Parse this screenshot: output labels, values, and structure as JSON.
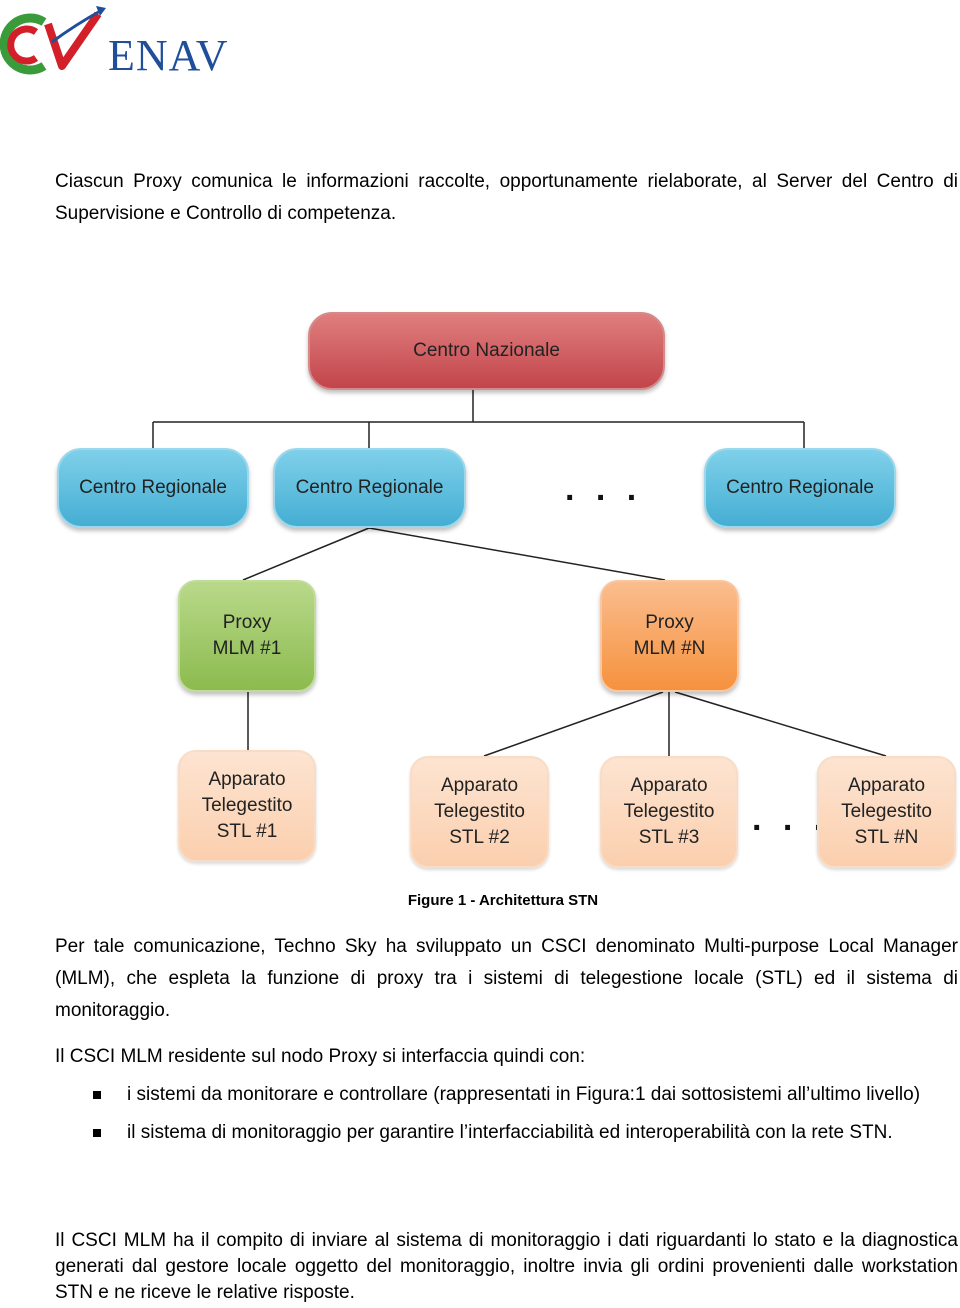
{
  "logo": {
    "text": "ENAV",
    "colors": {
      "green": "#3a9b3a",
      "red": "#d21f2a",
      "blue": "#1f4e9a"
    }
  },
  "intro": "Ciascun Proxy comunica le informazioni raccolte, opportunamente rielaborate, al Server del Centro di Supervisione e Controllo di competenza.",
  "diagram": {
    "national": "Centro Nazionale",
    "regionals": [
      "Centro Regionale",
      "Centro Regionale",
      "Centro Regionale"
    ],
    "regional_ellipsis": ". . .",
    "proxies": [
      "Proxy\nMLM #1",
      "Proxy\nMLM  #N"
    ],
    "devices": [
      "Apparato\nTelegestito\nSTL #1",
      "Apparato\nTelegestito\nSTL #2",
      "Apparato\nTelegestito\nSTL #3",
      "Apparato\nTelegestito\nSTL #N"
    ],
    "device_ellipsis": ". . .",
    "colors": {
      "national": "#c94a50",
      "regional": "#4fb3d8",
      "proxy1": "#8fbe53",
      "proxyN": "#f5953f",
      "device": "#fcd5b7"
    }
  },
  "caption": "Figure 1 - Architettura STN",
  "para2": "Per tale comunicazione, Techno Sky ha sviluppato un CSCI denominato Multi-purpose Local Manager (MLM), che espleta la funzione di proxy tra i sistemi di telegestione locale (STL) ed il sistema di monitoraggio.",
  "para3": "Il CSCI MLM residente sul nodo Proxy si interfaccia quindi con:",
  "bullets": [
    "i sistemi da monitorare e controllare (rappresentati in Figura:1 dai sottosistemi all’ultimo livello)",
    "il sistema di monitoraggio per garantire l’interfacciabilità ed interoperabilità con la rete STN."
  ],
  "para4": "Il CSCI MLM ha il compito di inviare al sistema di monitoraggio i dati riguardanti lo stato e la diagnostica generati dal gestore locale oggetto del monitoraggio, inoltre invia gli ordini provenienti dalle workstation STN e ne riceve le relative risposte."
}
